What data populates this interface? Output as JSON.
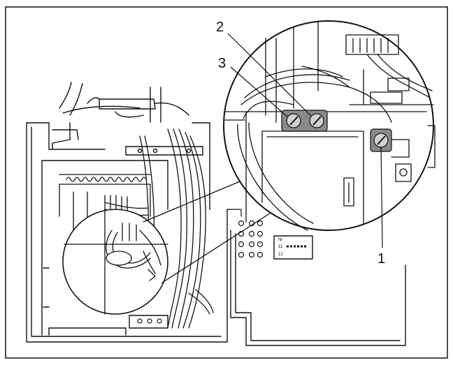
{
  "callouts": [
    {
      "id": "screw-1",
      "label": "1"
    },
    {
      "id": "screw-2",
      "label": "2"
    },
    {
      "id": "screw-3",
      "label": "3"
    }
  ],
  "terminal_texts": [
    "Nr",
    "11",
    "12"
  ],
  "colors": {
    "line": "#111111",
    "background": "#ffffff",
    "screw_fill": "#8a8a8a",
    "screw_head": "#d0d0d0"
  },
  "icons": [
    "screw-icon",
    "cable-bundle-icon",
    "magnifier-detail-icon"
  ]
}
